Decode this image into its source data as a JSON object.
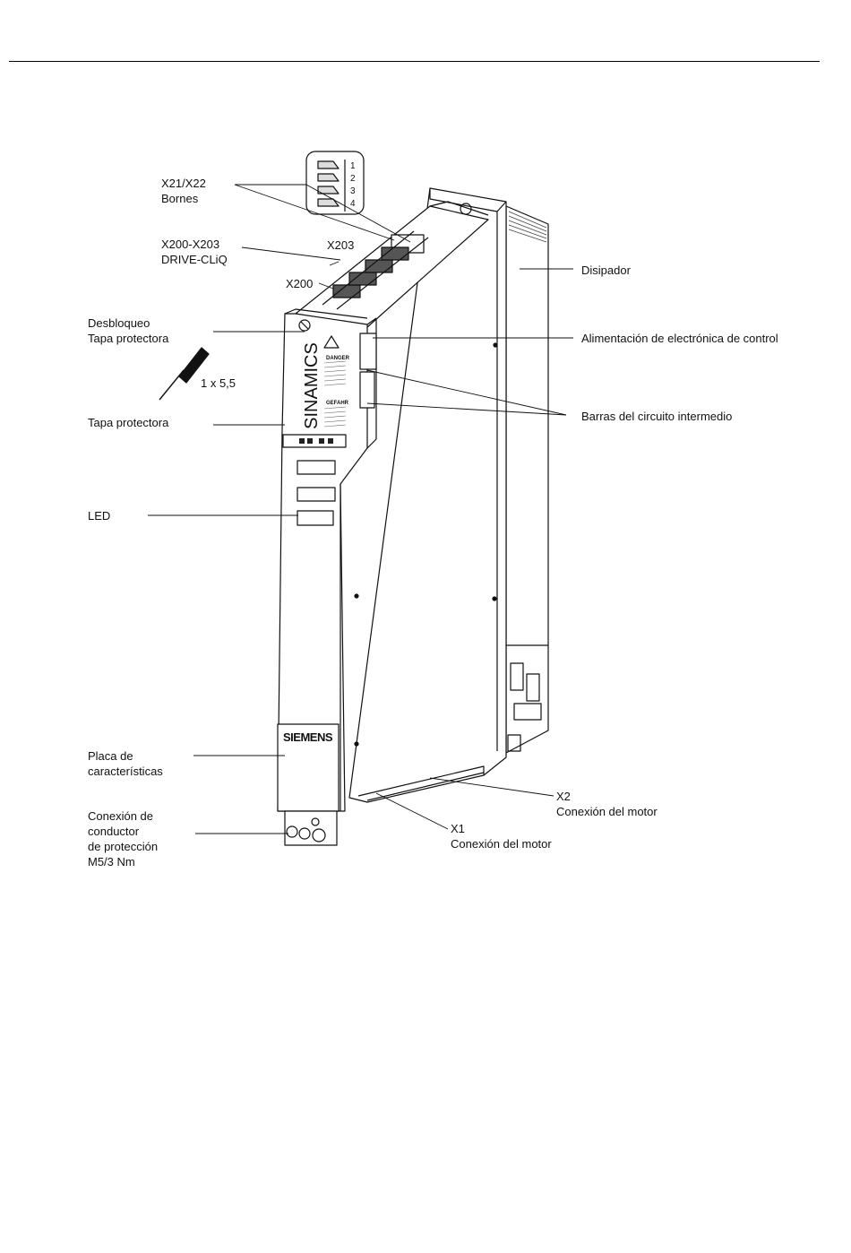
{
  "labels": {
    "x21x22": [
      "X21/X22",
      "Bornes"
    ],
    "x200_x203": [
      "X200-X203",
      "DRIVE-CLiQ"
    ],
    "x203": "X203",
    "x200": "X200",
    "desbloqueo": [
      "Desbloqueo",
      "Tapa protectora"
    ],
    "destornillador": "1 x 5,5",
    "tapa": "Tapa protectora",
    "led": "LED",
    "placa": [
      "Placa de",
      "características"
    ],
    "pe": [
      "Conexión de",
      "conductor",
      "de protección",
      "M5/3 Nm"
    ],
    "disipador": "Disipador",
    "alimentacion": "Alimentación de electrónica de control",
    "barras": "Barras del circuito intermedio",
    "x2": [
      "X2",
      "Conexión del motor"
    ],
    "x1": [
      "X1",
      "Conexión del motor"
    ]
  },
  "terminal_pins": [
    "1",
    "2",
    "3",
    "4"
  ],
  "device": {
    "brand_vertical": "SINAMICS",
    "brand_plate": "SIEMENS",
    "warning_title": "DANGER",
    "warning_title_de": "GEFAHR"
  }
}
